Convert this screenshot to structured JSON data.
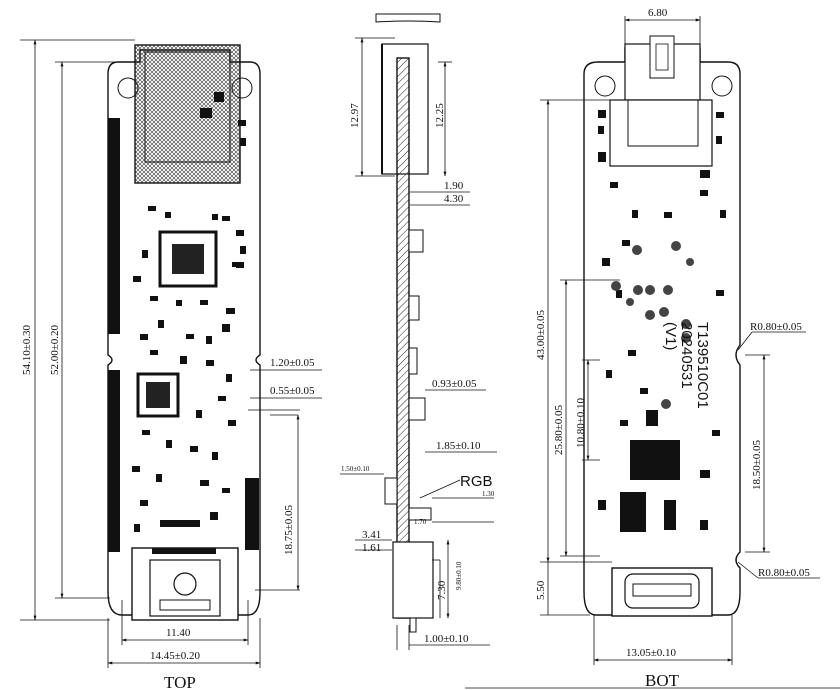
{
  "views": {
    "top": {
      "caption": "TOP",
      "dims": {
        "total_length": "54.10±0.30",
        "inner_length": "52.00±0.20",
        "edge_a": "1.20±0.05",
        "edge_b": "0.55±0.05",
        "notch_height": "18.75±0.05",
        "usb_width": "11.40",
        "board_width": "14.45±0.20"
      }
    },
    "side": {
      "dims": {
        "h1": "12.97",
        "h2": "12.25",
        "t1": "1.90",
        "t2": "4.30",
        "t3": "0.93±0.05",
        "t4": "1.85±0.10",
        "led_offset": "1.50±0.10",
        "led_label": "RGB",
        "led_w": "1.30",
        "led_h": "1.70",
        "conn_a": "3.41",
        "conn_b": "1.61",
        "conn_c": "9.80±0.10",
        "conn_d": "7.30",
        "bottom": "1.00±0.10"
      }
    },
    "bottom": {
      "caption": "BOT",
      "marking_lines": [
        "T139510C01",
        "20240531",
        "(V1)"
      ],
      "dims": {
        "usb_a_width": "6.80",
        "len_43": "43.00±0.05",
        "len_2580": "25.80±0.05",
        "len_1080": "10.80±0.10",
        "len_1850": "18.50±0.05",
        "radius_top": "R0.80±0.05",
        "radius_bottom": "R0.80±0.05",
        "bottom_offset": "5.50",
        "board_width": "13.05±0.10"
      }
    }
  }
}
